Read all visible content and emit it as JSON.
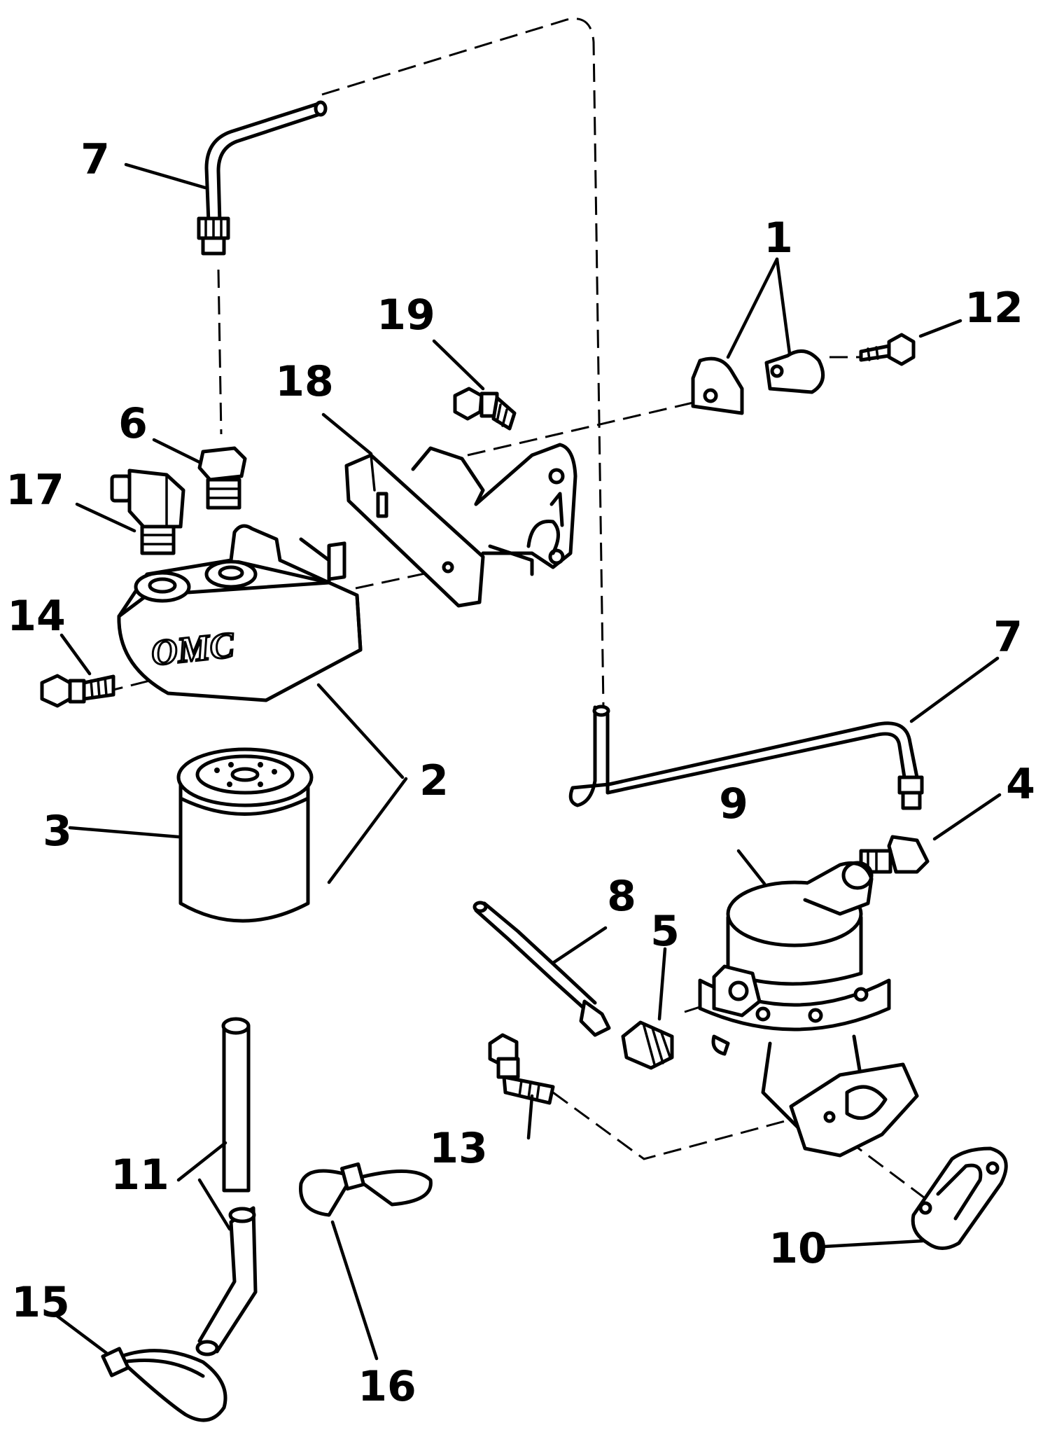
{
  "labels": {
    "l1": "1",
    "l2": "2",
    "l3": "3",
    "l4": "4",
    "l5": "5",
    "l6": "6",
    "l7a": "7",
    "l7b": "7",
    "l8": "8",
    "l9": "9",
    "l10": "10",
    "l11": "11",
    "l12": "12",
    "l13": "13",
    "l14": "14",
    "l15": "15",
    "l16": "16",
    "l17": "17",
    "l18": "18",
    "l19": "19"
  },
  "casting_mark": "OMC"
}
